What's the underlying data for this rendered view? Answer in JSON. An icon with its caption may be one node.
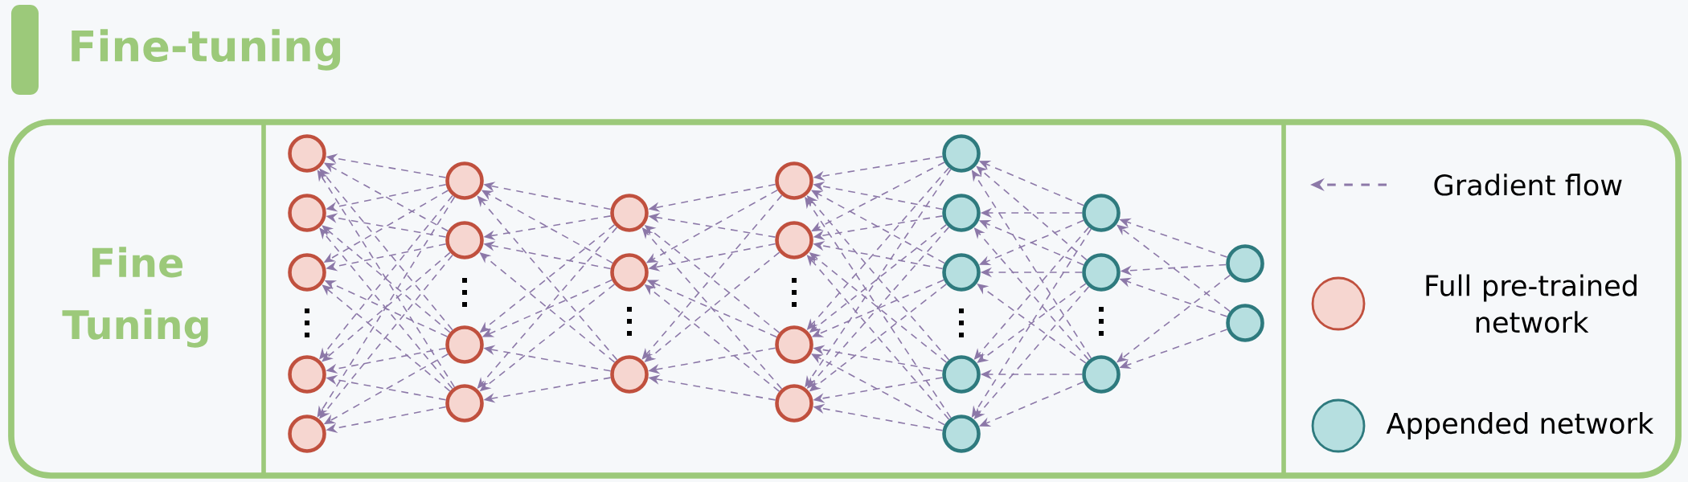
{
  "diagram": {
    "title": "Fine-tuning",
    "nodes": [
      {
        "text": [],
        "shape": "circle"
      },
      {
        "text": [],
        "shape": "circle"
      },
      {
        "text": [],
        "shape": "circle"
      },
      {
        "text": [],
        "shape": "circle"
      },
      {
        "text": [],
        "shape": "circle"
      },
      {
        "text": [],
        "shape": "circle"
      },
      {
        "text": [],
        "shape": "circle"
      },
      {
        "text": [],
        "shape": "circle"
      },
      {
        "text": [],
        "shape": "circle"
      },
      {
        "text": [],
        "shape": "circle"
      },
      {
        "text": [],
        "shape": "circle"
      },
      {
        "text": [],
        "shape": "circle"
      },
      {
        "text": [],
        "shape": "circle"
      },
      {
        "text": [],
        "shape": "circle"
      },
      {
        "text": [],
        "shape": "circle"
      },
      {
        "text": [],
        "shape": "circle"
      },
      {
        "text": [],
        "shape": "circle"
      },
      {
        "text": [],
        "shape": "circle"
      },
      {
        "text": [],
        "shape": "circle"
      },
      {
        "text": [],
        "shape": "circle"
      },
      {
        "text": [],
        "shape": "circle"
      },
      {
        "text": [],
        "shape": "circle"
      },
      {
        "text": [],
        "shape": "circle"
      },
      {
        "text": [],
        "shape": "circle"
      },
      {
        "text": [],
        "shape": "circle"
      },
      {
        "text": [],
        "shape": "circle"
      }
    ],
    "edges": [
      {
        "from": 5,
        "to": 0,
        "arrow": "to"
      },
      {
        "from": 5,
        "to": 1,
        "arrow": "to"
      },
      {
        "from": 5,
        "to": 2,
        "arrow": "to"
      },
      {
        "from": 5,
        "to": 3,
        "arrow": "to"
      },
      {
        "from": 5,
        "to": 4,
        "arrow": "to"
      },
      {
        "from": 6,
        "to": 0,
        "arrow": "to"
      },
      {
        "from": 6,
        "to": 1,
        "arrow": "to"
      },
      {
        "from": 6,
        "to": 2,
        "arrow": "to"
      },
      {
        "from": 6,
        "to": 3,
        "arrow": "to"
      },
      {
        "from": 6,
        "to": 4,
        "arrow": "to"
      },
      {
        "from": 7,
        "to": 0,
        "arrow": "to"
      },
      {
        "from": 7,
        "to": 1,
        "arrow": "to"
      },
      {
        "from": 7,
        "to": 2,
        "arrow": "to"
      },
      {
        "from": 7,
        "to": 3,
        "arrow": "to"
      },
      {
        "from": 7,
        "to": 4,
        "arrow": "to"
      },
      {
        "from": 8,
        "to": 0,
        "arrow": "to"
      },
      {
        "from": 8,
        "to": 1,
        "arrow": "to"
      },
      {
        "from": 8,
        "to": 2,
        "arrow": "to"
      },
      {
        "from": 8,
        "to": 3,
        "arrow": "to"
      },
      {
        "from": 8,
        "to": 4,
        "arrow": "to"
      },
      {
        "from": 9,
        "to": 5,
        "arrow": "to"
      },
      {
        "from": 9,
        "to": 6,
        "arrow": "to"
      },
      {
        "from": 9,
        "to": 7,
        "arrow": "to"
      },
      {
        "from": 9,
        "to": 8,
        "arrow": "to"
      },
      {
        "from": 10,
        "to": 5,
        "arrow": "to"
      },
      {
        "from": 10,
        "to": 6,
        "arrow": "to"
      },
      {
        "from": 10,
        "to": 7,
        "arrow": "to"
      },
      {
        "from": 10,
        "to": 8,
        "arrow": "to"
      },
      {
        "from": 11,
        "to": 5,
        "arrow": "to"
      },
      {
        "from": 11,
        "to": 6,
        "arrow": "to"
      },
      {
        "from": 11,
        "to": 7,
        "arrow": "to"
      },
      {
        "from": 11,
        "to": 8,
        "arrow": "to"
      },
      {
        "from": 12,
        "to": 9,
        "arrow": "to"
      },
      {
        "from": 12,
        "to": 10,
        "arrow": "to"
      },
      {
        "from": 12,
        "to": 11,
        "arrow": "to"
      },
      {
        "from": 13,
        "to": 9,
        "arrow": "to"
      },
      {
        "from": 13,
        "to": 10,
        "arrow": "to"
      },
      {
        "from": 13,
        "to": 11,
        "arrow": "to"
      },
      {
        "from": 14,
        "to": 9,
        "arrow": "to"
      },
      {
        "from": 14,
        "to": 10,
        "arrow": "to"
      },
      {
        "from": 14,
        "to": 11,
        "arrow": "to"
      },
      {
        "from": 15,
        "to": 9,
        "arrow": "to"
      },
      {
        "from": 15,
        "to": 10,
        "arrow": "to"
      },
      {
        "from": 15,
        "to": 11,
        "arrow": "to"
      },
      {
        "from": 16,
        "to": 12,
        "arrow": "to"
      },
      {
        "from": 16,
        "to": 13,
        "arrow": "to"
      },
      {
        "from": 16,
        "to": 14,
        "arrow": "to"
      },
      {
        "from": 16,
        "to": 15,
        "arrow": "to"
      },
      {
        "from": 17,
        "to": 12,
        "arrow": "to"
      },
      {
        "from": 17,
        "to": 13,
        "arrow": "to"
      },
      {
        "from": 17,
        "to": 14,
        "arrow": "to"
      },
      {
        "from": 17,
        "to": 15,
        "arrow": "to"
      },
      {
        "from": 18,
        "to": 12,
        "arrow": "to"
      },
      {
        "from": 18,
        "to": 13,
        "arrow": "to"
      },
      {
        "from": 18,
        "to": 14,
        "arrow": "to"
      },
      {
        "from": 18,
        "to": 15,
        "arrow": "to"
      },
      {
        "from": 19,
        "to": 12,
        "arrow": "to"
      },
      {
        "from": 19,
        "to": 13,
        "arrow": "to"
      },
      {
        "from": 19,
        "to": 14,
        "arrow": "to"
      },
      {
        "from": 19,
        "to": 15,
        "arrow": "to"
      },
      {
        "from": 20,
        "to": 12,
        "arrow": "to"
      },
      {
        "from": 20,
        "to": 13,
        "arrow": "to"
      },
      {
        "from": 20,
        "to": 14,
        "arrow": "to"
      },
      {
        "from": 20,
        "to": 15,
        "arrow": "to"
      },
      {
        "from": 21,
        "to": 16,
        "arrow": "to"
      },
      {
        "from": 21,
        "to": 17,
        "arrow": "to"
      },
      {
        "from": 21,
        "to": 18,
        "arrow": "to"
      },
      {
        "from": 21,
        "to": 19,
        "arrow": "to"
      },
      {
        "from": 21,
        "to": 20,
        "arrow": "to"
      },
      {
        "from": 22,
        "to": 16,
        "arrow": "to"
      },
      {
        "from": 22,
        "to": 17,
        "arrow": "to"
      },
      {
        "from": 22,
        "to": 18,
        "arrow": "to"
      },
      {
        "from": 22,
        "to": 19,
        "arrow": "to"
      },
      {
        "from": 22,
        "to": 20,
        "arrow": "to"
      },
      {
        "from": 23,
        "to": 16,
        "arrow": "to"
      },
      {
        "from": 23,
        "to": 17,
        "arrow": "to"
      },
      {
        "from": 23,
        "to": 18,
        "arrow": "to"
      },
      {
        "from": 23,
        "to": 19,
        "arrow": "to"
      },
      {
        "from": 23,
        "to": 20,
        "arrow": "to"
      },
      {
        "from": 24,
        "to": 21,
        "arrow": "to"
      },
      {
        "from": 24,
        "to": 22,
        "arrow": "to"
      },
      {
        "from": 24,
        "to": 23,
        "arrow": "to"
      },
      {
        "from": 25,
        "to": 21,
        "arrow": "to"
      },
      {
        "from": 25,
        "to": 22,
        "arrow": "to"
      },
      {
        "from": 25,
        "to": 23,
        "arrow": "to"
      }
    ],
    "labels": [
      "Fine Tuning"
    ],
    "legend": [
      {
        "text": "Gradient flow"
      },
      {
        "text": "Full pre-trained network",
        "color": "#f6d6d0"
      },
      {
        "text": "Appended network",
        "color": "#b6dfe0"
      }
    ]
  }
}
